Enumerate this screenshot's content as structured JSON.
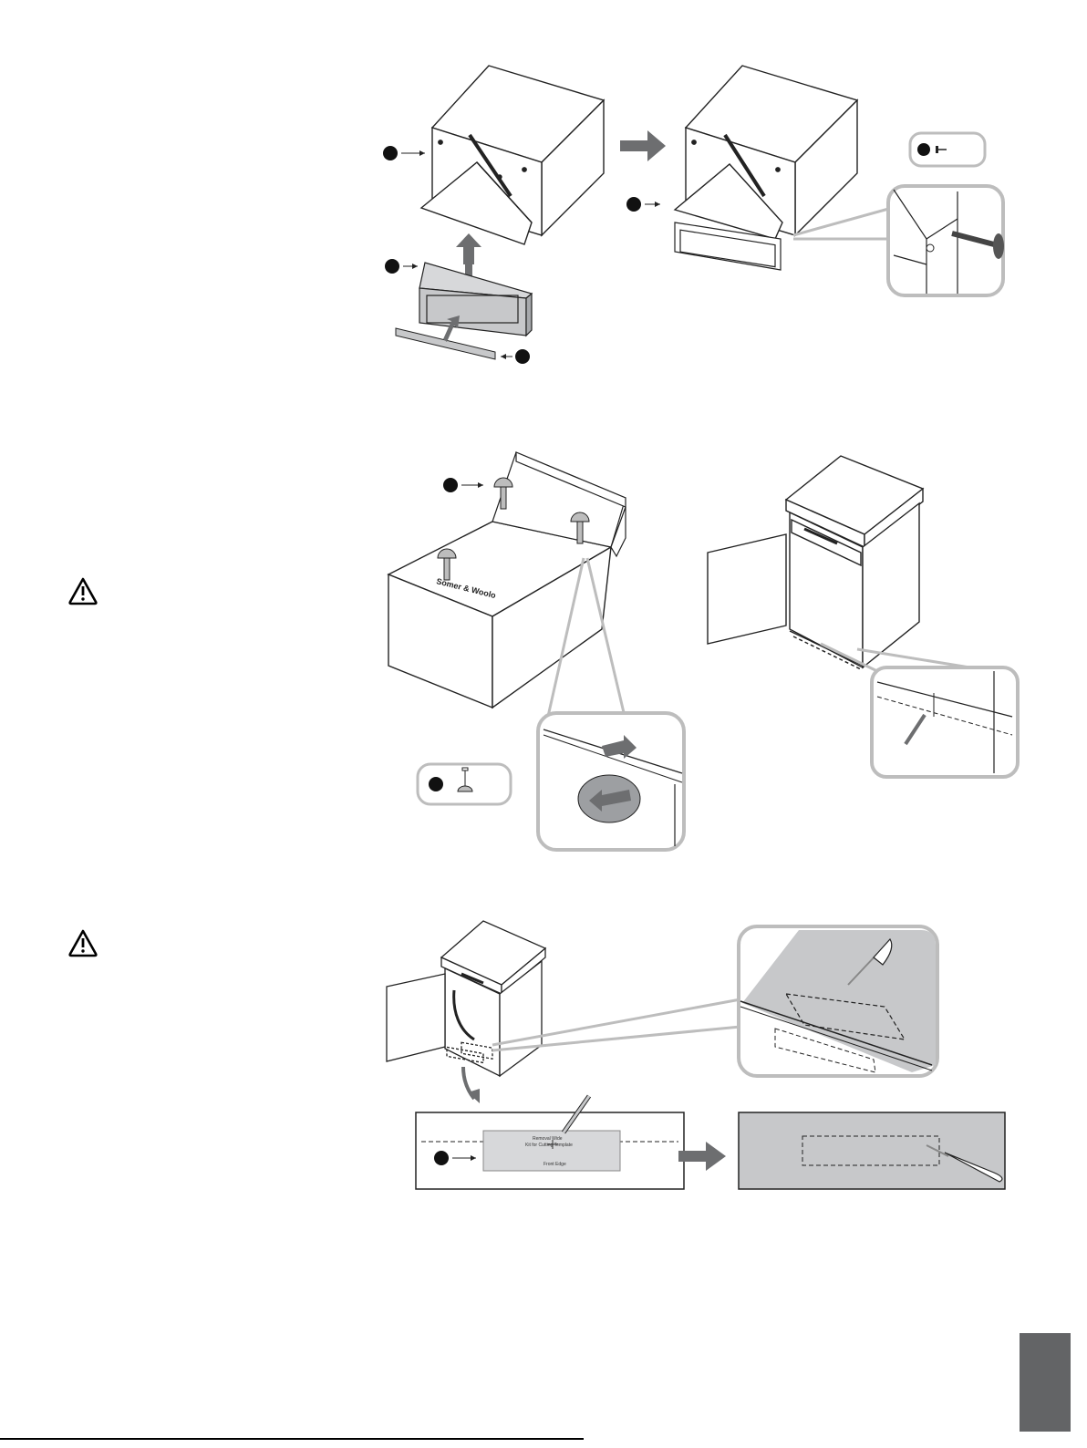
{
  "page": {
    "footer_text": "",
    "tab_color": "#636466"
  },
  "figures": {
    "step1": {
      "template_title": "",
      "template_subtitle": ""
    },
    "step2": {
      "box_text": "Somer & Woolo"
    },
    "step3": {
      "template_line1": "Removal Wide",
      "template_line2": "Kit for Cutting Template",
      "template_line3": "Front Edge"
    }
  },
  "icons": [
    "warning-icon",
    "warning-icon",
    "screw-icon",
    "leveling-foot-icon",
    "part-callout-icon",
    "arrow-icon",
    "knife-icon",
    "pencil-icon"
  ],
  "colors": {
    "accent_gray": "#bdbdbd",
    "dark_gray": "#6d6e70",
    "panel_gray": "#c7c8ca"
  }
}
